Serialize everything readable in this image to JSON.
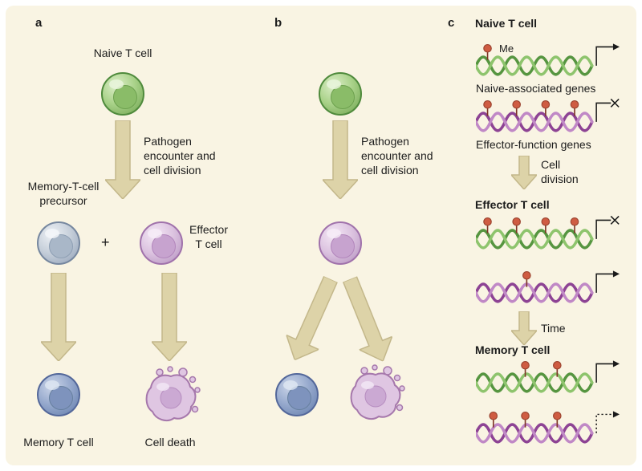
{
  "colors": {
    "background": "#f9f4e3",
    "arrow_fill": "#ddd3a8",
    "arrow_stroke": "#c3b78a",
    "methyl_red": "#cf5c42",
    "green_strand": "#569540",
    "purple_strand": "#8d4394",
    "naive_cell_green": "#a9d289",
    "precursor_cell_grey": "#c6cfda",
    "effector_cell_purple": "#dcc3e0",
    "memory_cell_blue": "#96a9cd"
  },
  "panel_a": {
    "label": "a",
    "naive_cell": "Naive T cell",
    "pathogen_arrow": "Pathogen\nencounter and\ncell division",
    "precursor": "Memory-T-cell\nprecursor",
    "plus": "+",
    "effector": "Effector\nT cell",
    "memory": "Memory T cell",
    "death": "Cell death"
  },
  "panel_b": {
    "label": "b",
    "pathogen_arrow": "Pathogen\nencounter and\ncell division"
  },
  "panel_c": {
    "label": "c",
    "heading_naive": "Naive T cell",
    "me": "Me",
    "caption_naive_genes": "Naive-associated genes",
    "caption_effector_genes": "Effector-function genes",
    "arrow_cell_division": "Cell\ndivision",
    "heading_effector": "Effector T cell",
    "arrow_time": "Time",
    "heading_memory": "Memory T cell",
    "dna_rows": [
      {
        "stage": "naive",
        "genes": "naive-associated",
        "strand": "green",
        "methyl_count": 1,
        "me_labeled": true,
        "transcription": "active"
      },
      {
        "stage": "naive",
        "genes": "effector-function",
        "strand": "purple",
        "methyl_count": 4,
        "transcription": "repressed"
      },
      {
        "stage": "effector",
        "genes": "naive-associated",
        "strand": "green",
        "methyl_count": 4,
        "transcription": "repressed"
      },
      {
        "stage": "effector",
        "genes": "effector-function",
        "strand": "purple",
        "methyl_count": 1,
        "transcription": "active"
      },
      {
        "stage": "memory",
        "genes": "naive-associated",
        "strand": "green",
        "methyl_count": 2,
        "transcription": "active"
      },
      {
        "stage": "memory",
        "genes": "effector-function",
        "strand": "purple",
        "methyl_count": 3,
        "transcription": "poised"
      }
    ]
  }
}
